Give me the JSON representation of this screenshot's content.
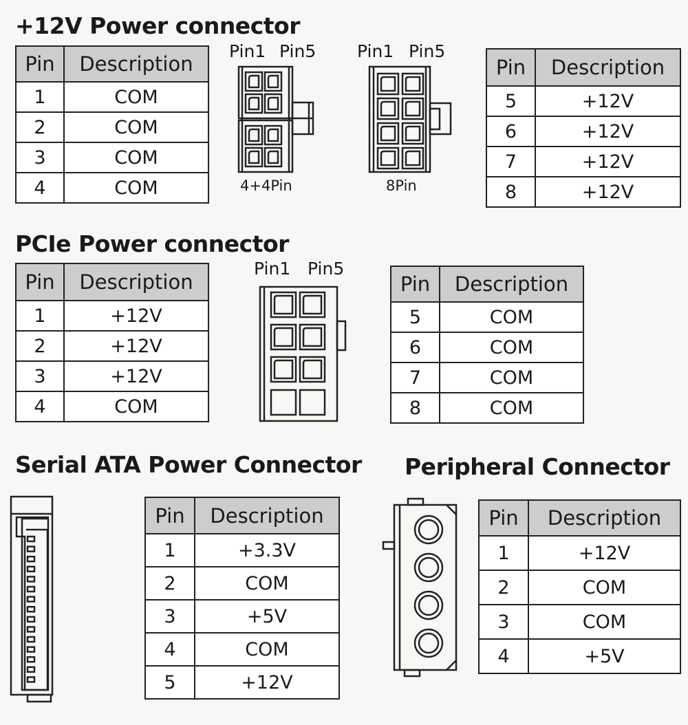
{
  "sections": {
    "cpu": {
      "title": "+12V Power connector",
      "label_4p4": "4+4Pin",
      "label_8": "8Pin"
    },
    "pcie": {
      "title": "PCIe Power connector"
    },
    "sata": {
      "title": "Serial ATA Power Connector"
    },
    "peripheral": {
      "title": "Peripheral Connector"
    }
  },
  "pin_labels": {
    "pin1": "Pin1",
    "pin5": "Pin5"
  },
  "tables": {
    "cpu_left": {
      "headers": [
        "Pin",
        "Description"
      ],
      "rows": [
        [
          "1",
          "COM"
        ],
        [
          "2",
          "COM"
        ],
        [
          "3",
          "COM"
        ],
        [
          "4",
          "COM"
        ]
      ]
    },
    "cpu_right": {
      "headers": [
        "Pin",
        "Description"
      ],
      "rows": [
        [
          "5",
          "+12V"
        ],
        [
          "6",
          "+12V"
        ],
        [
          "7",
          "+12V"
        ],
        [
          "8",
          "+12V"
        ]
      ]
    },
    "pcie_left": {
      "headers": [
        "Pin",
        "Description"
      ],
      "rows": [
        [
          "1",
          "+12V"
        ],
        [
          "2",
          "+12V"
        ],
        [
          "3",
          "+12V"
        ],
        [
          "4",
          "COM"
        ]
      ]
    },
    "pcie_right": {
      "headers": [
        "Pin",
        "Description"
      ],
      "rows": [
        [
          "5",
          "COM"
        ],
        [
          "6",
          "COM"
        ],
        [
          "7",
          "COM"
        ],
        [
          "8",
          "COM"
        ]
      ]
    },
    "sata": {
      "headers": [
        "Pin",
        "Description"
      ],
      "rows": [
        [
          "1",
          "+3.3V"
        ],
        [
          "2",
          "COM"
        ],
        [
          "3",
          "+5V"
        ],
        [
          "4",
          "COM"
        ],
        [
          "5",
          "+12V"
        ]
      ]
    },
    "peripheral": {
      "headers": [
        "Pin",
        "Description"
      ],
      "rows": [
        [
          "1",
          "+12V"
        ],
        [
          "2",
          "COM"
        ],
        [
          "3",
          "COM"
        ],
        [
          "4",
          "+5V"
        ]
      ]
    }
  }
}
